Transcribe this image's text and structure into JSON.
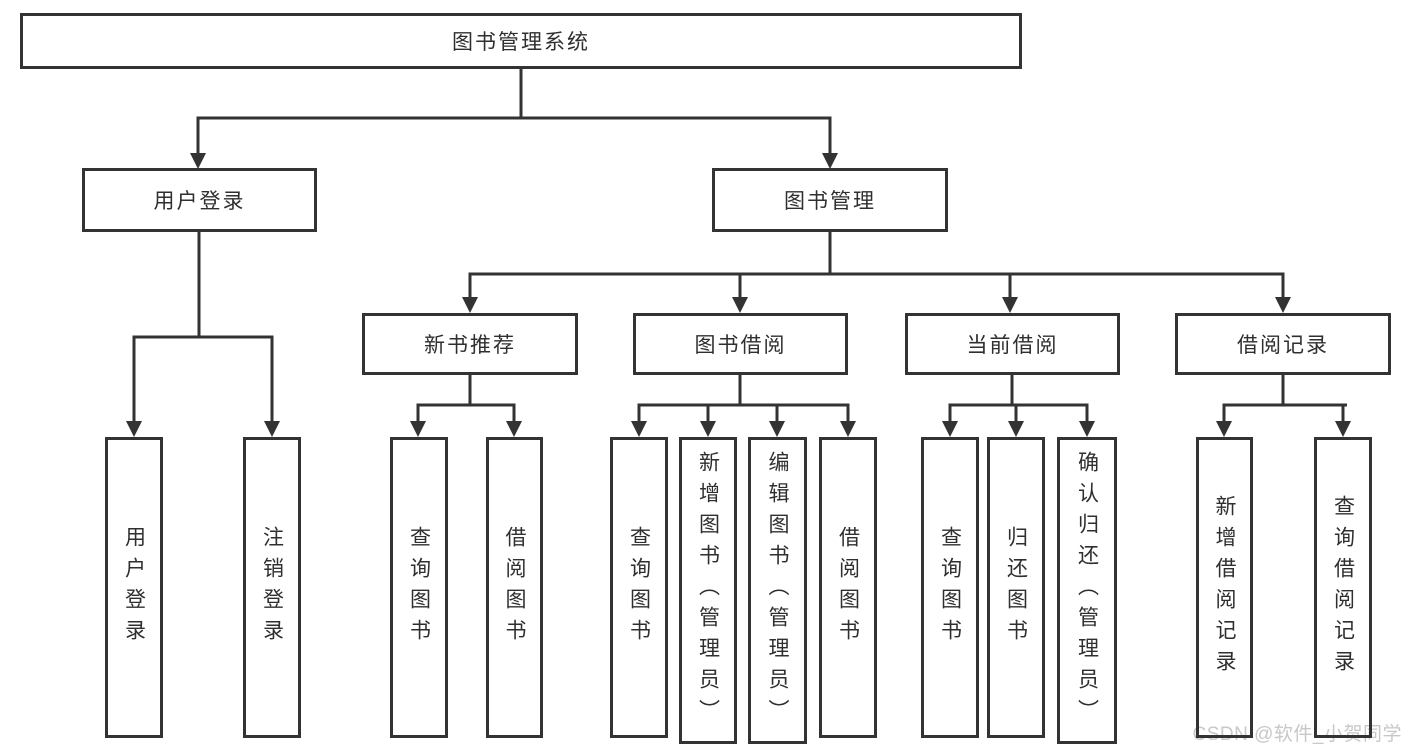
{
  "diagram": {
    "title": "图书管理系统",
    "branches": [
      {
        "label": "用户登录",
        "children": [
          {
            "label": "用户登录"
          },
          {
            "label": "注销登录"
          }
        ]
      },
      {
        "label": "图书管理",
        "sections": [
          {
            "label": "新书推荐",
            "children": [
              {
                "label": "查询图书"
              },
              {
                "label": "借阅图书"
              }
            ]
          },
          {
            "label": "图书借阅",
            "children": [
              {
                "label": "查询图书"
              },
              {
                "label": "新增图书（管理员）"
              },
              {
                "label": "编辑图书（管理员）"
              },
              {
                "label": "借阅图书"
              }
            ]
          },
          {
            "label": "当前借阅",
            "children": [
              {
                "label": "查询图书"
              },
              {
                "label": "归还图书"
              },
              {
                "label": "确认归还（管理员）"
              }
            ]
          },
          {
            "label": "借阅记录",
            "children": [
              {
                "label": "新增借阅记录"
              },
              {
                "label": "查询借阅记录"
              }
            ]
          }
        ]
      }
    ]
  },
  "watermark": {
    "text": "CSDN @软件_小贺同学"
  },
  "colors": {
    "line": "#333333",
    "text": "#2f2f2f",
    "watermark": "#c8c8c8"
  }
}
